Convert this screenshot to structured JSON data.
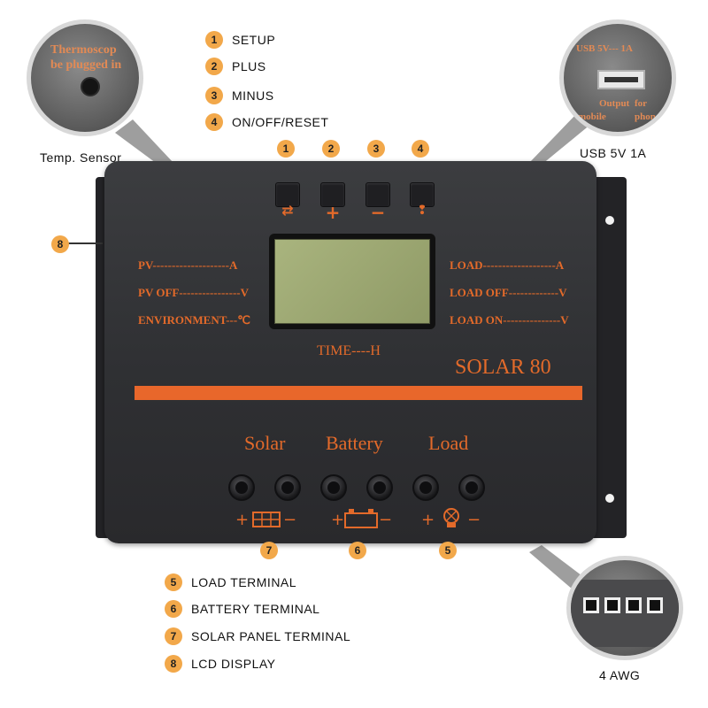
{
  "legend_top": [
    {
      "num": "1",
      "text": "SETUP"
    },
    {
      "num": "2",
      "text": "PLUS"
    },
    {
      "num": "3",
      "text": "MINUS"
    },
    {
      "num": "4",
      "text": "ON/OFF/RESET"
    }
  ],
  "legend_bottom": [
    {
      "num": "5",
      "text": "LOAD  TERMINAL"
    },
    {
      "num": "6",
      "text": "BATTERY  TERMINAL"
    },
    {
      "num": "7",
      "text": "SOLAR  PANEL  TERMINAL"
    },
    {
      "num": "8",
      "text": "LCD  DISPLAY"
    }
  ],
  "temp_zoom": {
    "line1": "Thermoscop",
    "line2": "be plugged in",
    "caption": "Temp.  Sensor"
  },
  "usb_zoom": {
    "top": "USB   5V--- 1A",
    "bl1": "Output",
    "bl2": "mobile",
    "br1": "for",
    "br2": "phon",
    "caption": "USB  5V  1A"
  },
  "awg_zoom": {
    "caption": "4  AWG"
  },
  "device": {
    "keys": [
      {
        "num": "1",
        "symbol": "⇄"
      },
      {
        "num": "2",
        "symbol": "+"
      },
      {
        "num": "3",
        "symbol": "−"
      },
      {
        "num": "4",
        "symbol": "❢"
      }
    ],
    "left_labels": [
      "PV--------------------A",
      "PV OFF----------------V",
      "ENVIRONMENT---℃"
    ],
    "right_labels": [
      "LOAD-------------------A",
      "LOAD OFF-------------V",
      "LOAD ON---------------V"
    ],
    "time_label": "TIME----H",
    "model": "SOLAR 80",
    "terminals": [
      "Solar",
      "Battery",
      "Load"
    ],
    "terminal_badges": [
      "7",
      "6",
      "5"
    ],
    "side_badge": "8"
  },
  "colors": {
    "accent": "#e36a2a",
    "badge": "#f2a84a",
    "body": "#2f3033",
    "lcd": "#9aa670"
  }
}
